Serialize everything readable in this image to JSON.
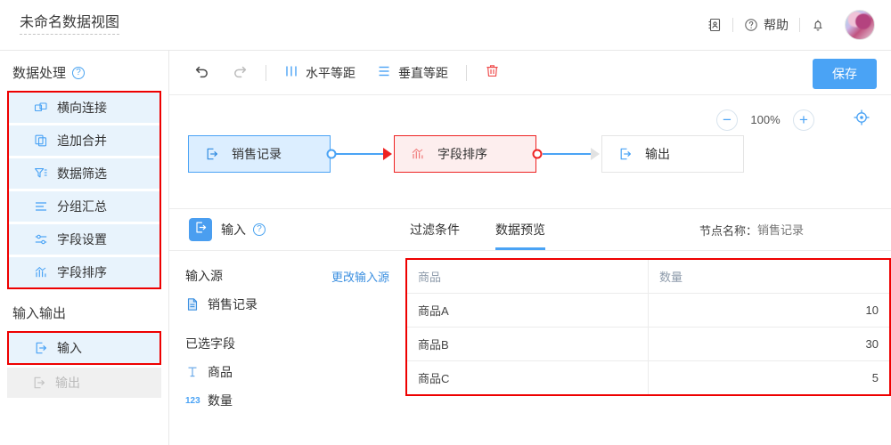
{
  "topbar": {
    "doc_title": "未命名数据视图",
    "contacts_icon": "contacts-icon",
    "help_icon": "question-circle-icon",
    "help_label": "帮助",
    "bell_icon": "bell-icon",
    "avatar": "user-avatar"
  },
  "sidebar": {
    "section1_title": "数据处理",
    "section1_help_icon": "question-circle-icon",
    "process_items": [
      {
        "label": "横向连接",
        "icon": "horizontal-join-icon"
      },
      {
        "label": "追加合并",
        "icon": "append-merge-icon"
      },
      {
        "label": "数据筛选",
        "icon": "filter-icon"
      },
      {
        "label": "分组汇总",
        "icon": "group-summary-icon"
      },
      {
        "label": "字段设置",
        "icon": "field-settings-icon"
      },
      {
        "label": "字段排序",
        "icon": "field-sort-icon"
      }
    ],
    "section2_title": "输入输出",
    "io_items": [
      {
        "label": "输入",
        "icon": "input-icon",
        "disabled": false
      },
      {
        "label": "输出",
        "icon": "output-icon",
        "disabled": true
      }
    ]
  },
  "toolbar": {
    "undo_icon": "undo-icon",
    "redo_icon": "redo-icon",
    "h_space_icon": "horizontal-distribute-icon",
    "h_space_label": "水平等距",
    "v_space_icon": "vertical-distribute-icon",
    "v_space_label": "垂直等距",
    "delete_icon": "trash-icon",
    "save_label": "保存",
    "save_color": "#4aa3f5"
  },
  "canvas": {
    "zoom_out_icon": "minus-icon",
    "zoom_value": "100%",
    "zoom_in_icon": "plus-icon",
    "fit_icon": "crosshair-target-icon",
    "nodes": [
      {
        "label": "销售记录",
        "icon": "input-icon",
        "state": "selected-blue"
      },
      {
        "label": "字段排序",
        "icon": "field-sort-icon",
        "state": "highlight-red"
      },
      {
        "label": "输出",
        "icon": "output-icon",
        "state": "default"
      }
    ]
  },
  "panel": {
    "badge_icon": "input-icon",
    "title": "输入",
    "help_icon": "question-circle-icon",
    "tabs": [
      {
        "label": "过滤条件",
        "active": false
      },
      {
        "label": "数据预览",
        "active": true
      }
    ],
    "node_name_label": "节点名称：",
    "node_name_placeholder": "销售记录",
    "node_name_value": "",
    "source_caption": "输入源",
    "change_source_link": "更改输入源",
    "source_icon": "document-icon",
    "source_name": "销售记录",
    "fields_caption": "已选字段",
    "fields": [
      {
        "name": "商品",
        "type_icon": "text-type-icon"
      },
      {
        "name": "数量",
        "type_icon": "number-type-icon"
      }
    ],
    "table": {
      "columns": [
        "商品",
        "数量"
      ],
      "rows": [
        [
          "商品A",
          "10"
        ],
        [
          "商品B",
          "30"
        ],
        [
          "商品C",
          "5"
        ]
      ]
    }
  }
}
